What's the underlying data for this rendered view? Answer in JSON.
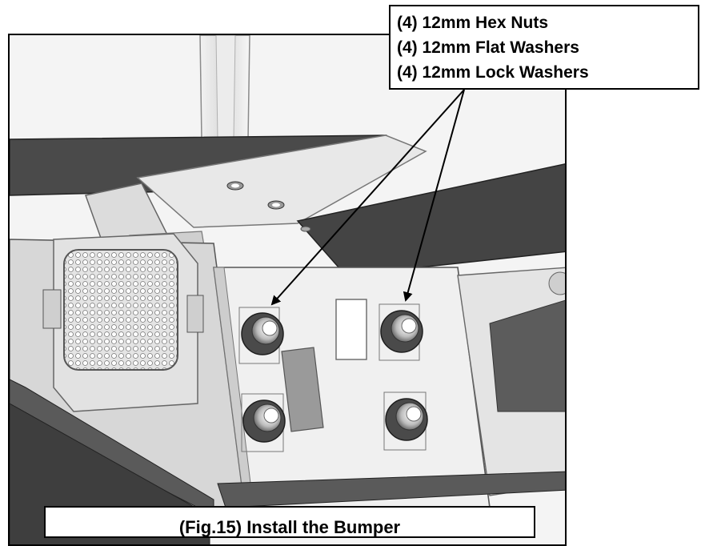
{
  "parts": [
    {
      "label": "(4) 12mm Hex Nuts"
    },
    {
      "label": "(4) 12mm Flat Washers"
    },
    {
      "label": "(4) 12mm Lock Washers"
    }
  ],
  "caption": "(Fig.15) Install the Bumper",
  "colors": {
    "line": "#000000",
    "steel_dark": "#4a4a4a",
    "steel_mid": "#a6a6a6",
    "steel_light": "#e6e6e6"
  }
}
